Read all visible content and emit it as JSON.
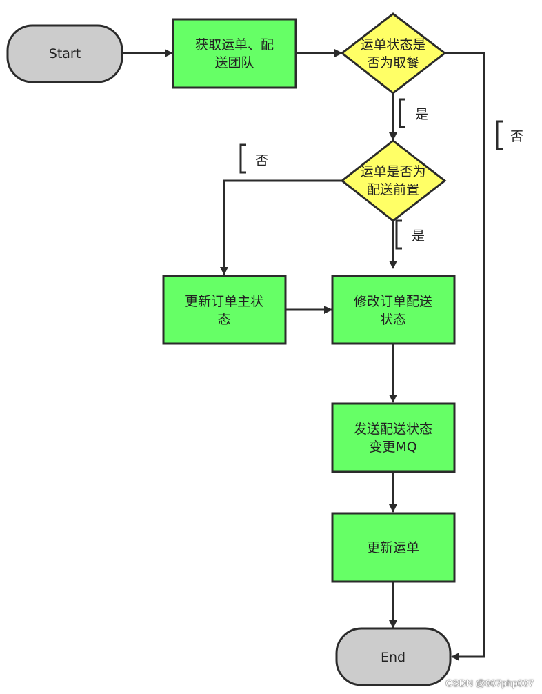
{
  "colors": {
    "process_fill": "#66ff66",
    "decision_fill": "#ffff66",
    "terminal_fill": "#cccccc",
    "stroke": "#2b2b2b"
  },
  "nodes": {
    "start": "Start",
    "get_waybill": [
      "获取运单、配",
      "送团队"
    ],
    "is_pickup": [
      "运单状态是",
      "否为取餐"
    ],
    "is_pre_delivery": [
      "运单是否为",
      "配送前置"
    ],
    "update_order_status": [
      "更新订单主状",
      "态"
    ],
    "modify_delivery_status": [
      "修改订单配送",
      "状态"
    ],
    "send_mq": [
      "发送配送状态",
      "变更MQ"
    ],
    "update_waybill": "更新运单",
    "end": "End"
  },
  "edge_labels": {
    "pickup_yes": "是",
    "pickup_no": "否",
    "pre_no": "否",
    "pre_yes": "是"
  },
  "watermark": "CSDN @007php007"
}
